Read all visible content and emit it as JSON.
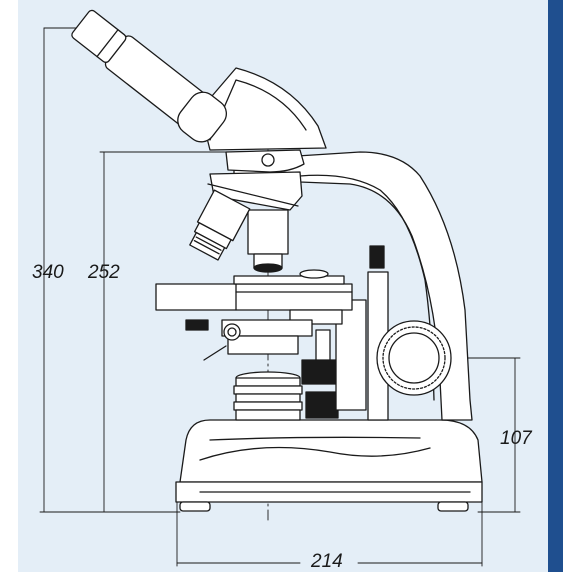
{
  "dimensions": {
    "total_height": "340",
    "pillar_height": "252",
    "knob_height": "107",
    "base_width": "214"
  },
  "colors": {
    "panel": "#e4eef7",
    "side_bar": "#1f4f8f",
    "line": "#1a1a1a"
  },
  "icons": {
    "drawing": "microscope-side-view"
  }
}
